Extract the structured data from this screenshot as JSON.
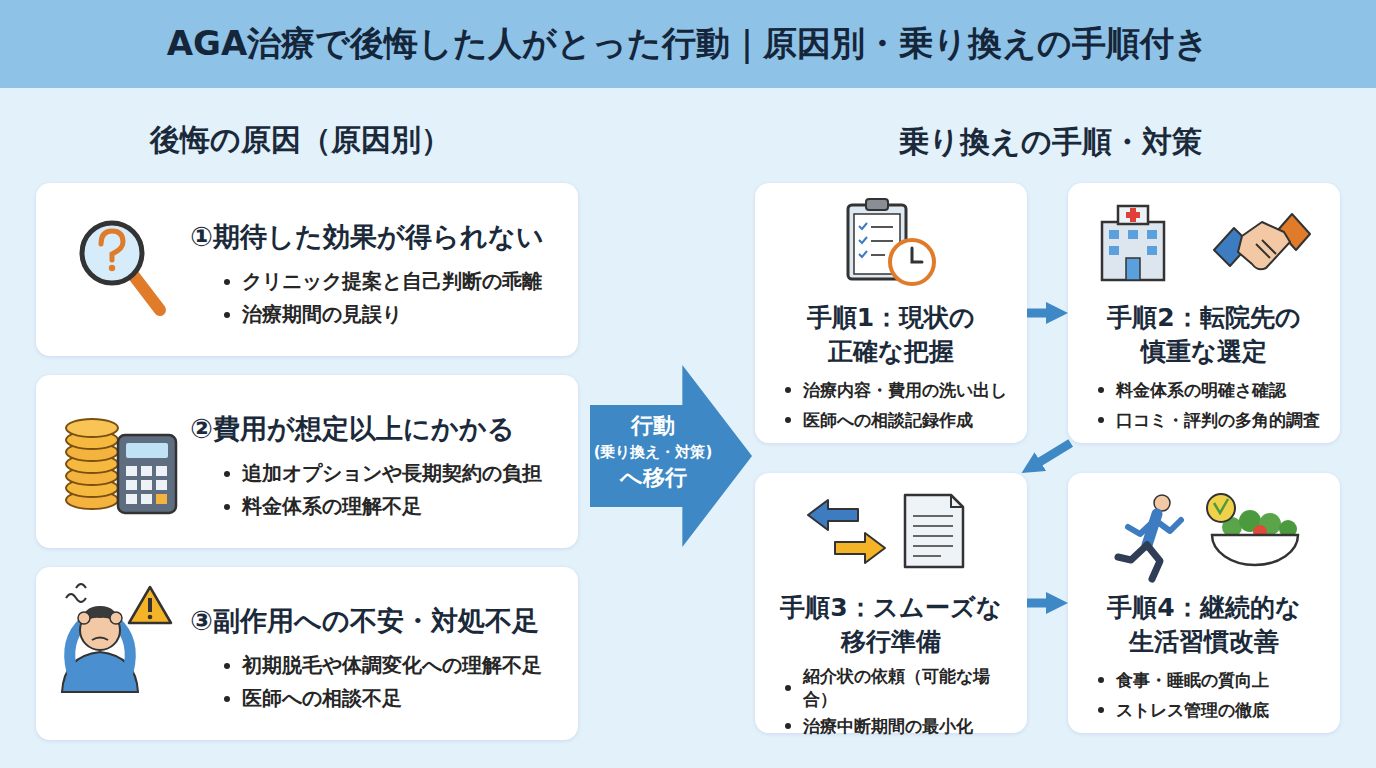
{
  "diagram": {
    "title": "AGA治療で後悔した人がとった行動｜原因別・乗り換えの手順付き",
    "nodes": [
      {
        "text": [
          "①期待した効果が得られない",
          "クリニック提案と自己判断の乖離",
          "治療期間の見誤り"
        ]
      },
      {
        "text": [
          "②費用が想定以上にかかる",
          "追加オプションや長期契約の負担",
          "料金体系の理解不足"
        ]
      },
      {
        "text": [
          "③副作用への不安・対処不足",
          "初期脱毛や体調変化への理解不足",
          "医師への相談不足"
        ]
      },
      {
        "text": [
          "行動",
          "(乗り換え・対策)",
          "へ移行"
        ]
      },
      {
        "text": [
          "手順1：現状の正確な把握",
          "治療内容・費用の洗い出し",
          "医師への相談記録作成"
        ]
      },
      {
        "text": [
          "手順2：転院先の慎重な選定",
          "料金体系の明確さ確認",
          "口コミ・評判の多角的調査"
        ]
      },
      {
        "text": [
          "手順3：スムーズな移行準備",
          "紹介状の依頼（可能な場合）",
          "治療中断期間の最小化"
        ]
      },
      {
        "text": [
          "手順4：継続的な生活習慣改善",
          "食事・睡眠の質向上",
          "ストレス管理の徹底"
        ]
      }
    ],
    "edges": [
      {
        "from": 4,
        "to": 5,
        "arrow": "to"
      },
      {
        "from": 5,
        "to": 6,
        "arrow": "to"
      },
      {
        "from": 6,
        "to": 7,
        "arrow": "to"
      }
    ],
    "labels": [
      "後悔の原因（原因別）",
      "乗り換えの手順・対策"
    ]
  }
}
